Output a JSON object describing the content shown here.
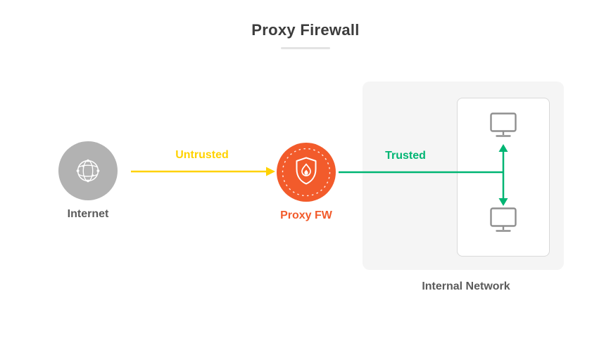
{
  "title": "Proxy Firewall",
  "colors": {
    "title_text": "#3C3C3C",
    "label_text": "#5B5B5B",
    "underline_gray": "#E3E3E3",
    "untrusted_yellow": "#FFD200",
    "trusted_green": "#00B573",
    "proxy_orange": "#F25B2B",
    "internet_gray": "#B2B2B2",
    "panel_bg": "#F5F5F5",
    "box_border": "#D9D9D9",
    "icon_gray": "#8F8F8F"
  },
  "nodes": {
    "internet": {
      "label": "Internet",
      "icon": "globe-network-icon"
    },
    "proxy": {
      "label": "Proxy FW",
      "icon": "shield-flame-icon"
    },
    "internal": {
      "label": "Internal Network",
      "icon": "monitor-icon",
      "workstation_count": 2
    }
  },
  "links": {
    "untrusted": {
      "label": "Untrusted",
      "from": "internet",
      "to": "proxy"
    },
    "trusted": {
      "label": "Trusted",
      "from": "proxy",
      "to": "internal"
    }
  }
}
